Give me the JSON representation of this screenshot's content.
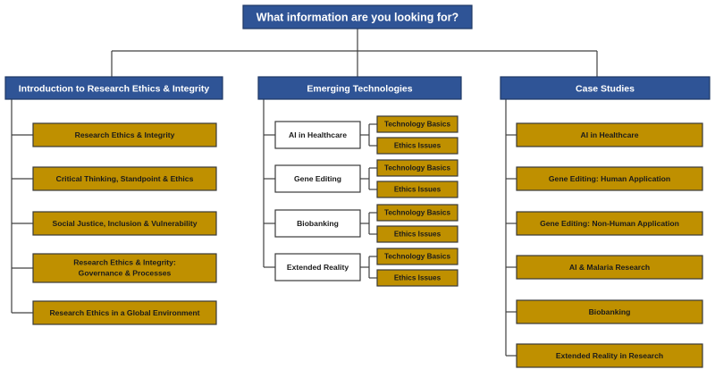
{
  "diagram": {
    "type": "flowchart-tree",
    "title": "What information are you looking for?",
    "colors": {
      "header_blue": "#2f5496",
      "item_gold": "#bf9000",
      "node_white": "#ffffff",
      "connector": "#404040",
      "background": "#ffffff"
    },
    "root": {
      "label": "What information are you looking for?"
    },
    "columns": [
      {
        "id": "introduction",
        "header": "Introduction to Research Ethics & Integrity",
        "items": [
          {
            "label": "Research Ethics & Integrity"
          },
          {
            "label": "Critical Thinking, Standpoint & Ethics"
          },
          {
            "label": "Social Justice, Inclusion & Vulnerability"
          },
          {
            "label": "Research Ethics & Integrity:",
            "label2": "Governance & Processes"
          },
          {
            "label": "Research Ethics in a Global Environment"
          }
        ]
      },
      {
        "id": "emerging-technologies",
        "header": "Emerging Technologies",
        "items": [
          {
            "label": "AI in Healthcare",
            "children": [
              {
                "label": "Technology Basics"
              },
              {
                "label": "Ethics Issues"
              }
            ]
          },
          {
            "label": "Gene Editing",
            "children": [
              {
                "label": "Technology Basics"
              },
              {
                "label": "Ethics Issues"
              }
            ]
          },
          {
            "label": "Biobanking",
            "children": [
              {
                "label": "Technology Basics"
              },
              {
                "label": "Ethics Issues"
              }
            ]
          },
          {
            "label": "Extended Reality",
            "children": [
              {
                "label": "Technology Basics"
              },
              {
                "label": "Ethics Issues"
              }
            ]
          }
        ]
      },
      {
        "id": "case-studies",
        "header": "Case Studies",
        "items": [
          {
            "label": "AI in Healthcare"
          },
          {
            "label": "Gene Editing: Human Application"
          },
          {
            "label": "Gene Editing: Non-Human Application"
          },
          {
            "label": "AI & Malaria Research"
          },
          {
            "label": "Biobanking"
          },
          {
            "label": "Extended Reality in Research"
          }
        ]
      }
    ]
  }
}
